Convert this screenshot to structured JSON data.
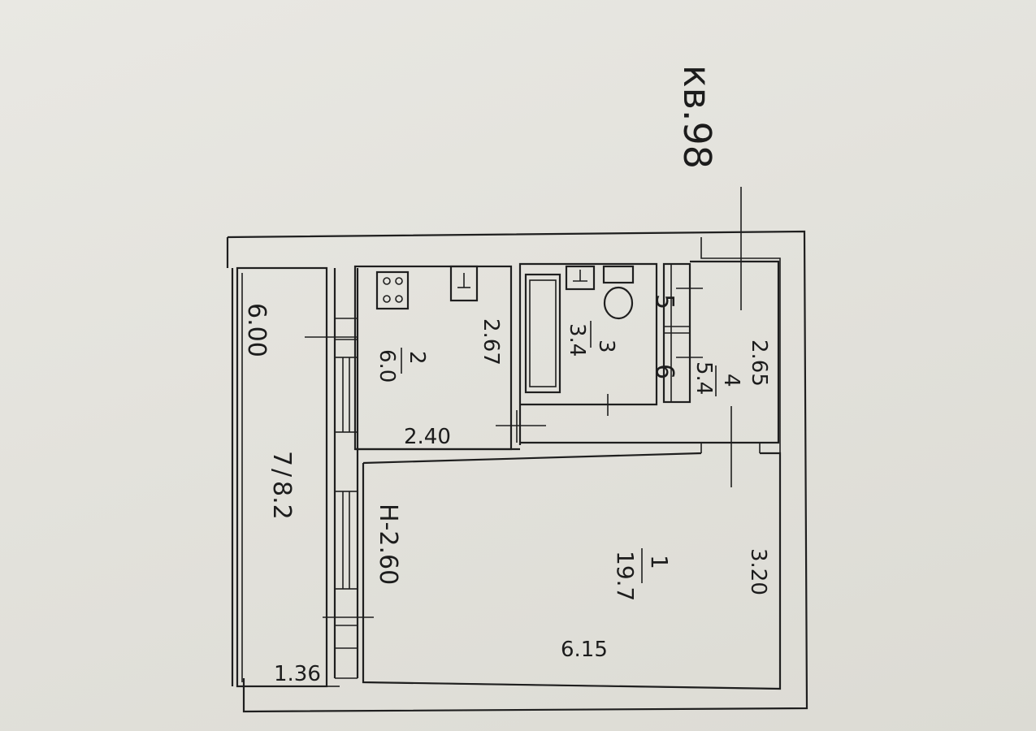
{
  "plan": {
    "apartment_label": "кв.98",
    "ceiling_height": "Н-2.60",
    "rooms": [
      {
        "number": "1",
        "area": "19.7",
        "dim_a": "6.15",
        "dim_b": "3.20"
      },
      {
        "number": "2",
        "area": "6.0",
        "dim_a": "2.40",
        "dim_b": "2.67"
      },
      {
        "number": "3",
        "area": "3.4"
      },
      {
        "number": "4",
        "area": "5.4",
        "dim_b": "2.65"
      },
      {
        "number": "5"
      },
      {
        "number": "6"
      },
      {
        "number": "7",
        "area": "8.2",
        "dim_a": "6.00",
        "dim_b": "1.36"
      }
    ]
  }
}
